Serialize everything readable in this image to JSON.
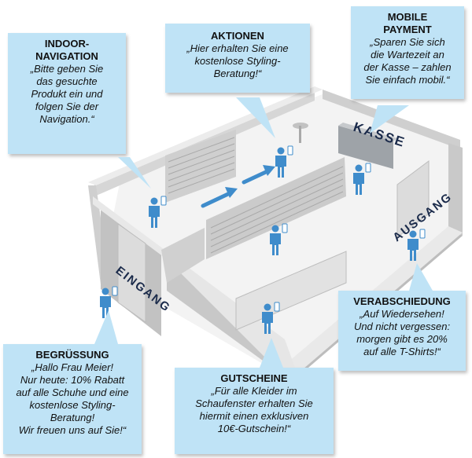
{
  "labels": {
    "kasse": "KASSE",
    "ausgang": "AUSGANG",
    "eingang": "EINGANG"
  },
  "bubbles": {
    "indoor": {
      "title_line1": "INDOOR-",
      "title_line2": "NAVIGATION",
      "lines": [
        "„Bitte geben Sie",
        "das gesuchte",
        "Produkt ein und",
        "folgen Sie der",
        "Navigation.“"
      ]
    },
    "aktionen": {
      "title_line1": "AKTIONEN",
      "lines": [
        "„Hier erhalten Sie eine",
        "kostenlose Styling-",
        "Beratung!“"
      ]
    },
    "mobile": {
      "title_line1": "MOBILE",
      "title_line2": "PAYMENT",
      "lines": [
        "„Sparen Sie sich",
        "die Wartezeit an",
        "der Kasse – zahlen",
        "Sie einfach mobil.“"
      ]
    },
    "begruessung": {
      "title_line1": "BEGRÜSSUNG",
      "lines": [
        "„Hallo Frau Meier!",
        "Nur heute: 10% Rabatt",
        "auf alle Schuhe und eine",
        "kostenlose Styling-",
        "Beratung!",
        "Wir freuen uns auf Sie!“"
      ]
    },
    "gutscheine": {
      "title_line1": "GUTSCHEINE",
      "lines": [
        "„Für alle Kleider im",
        "Schaufenster erhalten Sie",
        "hiermit einen exklusiven",
        "10€-Gutschein!“"
      ]
    },
    "verabschiedung": {
      "title_line1": "VERABSCHIEDUNG",
      "lines": [
        "„Auf Wiedersehen!",
        "Und nicht vergessen:",
        "morgen gibt es 20%",
        "auf alle T-Shirts!“"
      ]
    }
  },
  "colors": {
    "bubble": "#bfe3f6",
    "person": "#3f8ccb",
    "arrow": "#3f8ccb",
    "wall_top": "#e6e6e6",
    "wall_side": "#c4c4c4",
    "floor": "#f2f2f2"
  }
}
